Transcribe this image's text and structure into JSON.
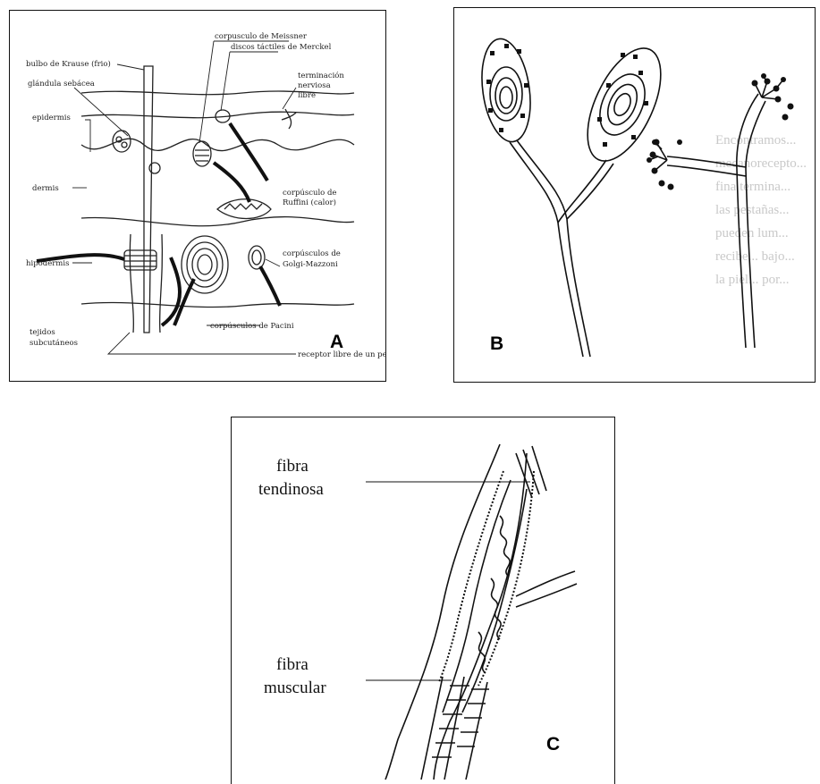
{
  "panel_a": {
    "letter": "A",
    "labels": {
      "meissner": "corpusculo de Meissner",
      "krause": "bulbo de Krause (frio)",
      "merkel": "discos táctiles de Merckel",
      "sebacea": "glándula sebácea",
      "terminacion_1": "terminación",
      "terminacion_2": "nerviosa",
      "terminacion_3": "libre",
      "epidermis": "epidermis",
      "dermis": "dermis",
      "ruffini_1": "corpúsculo de",
      "ruffini_2": "Ruffini (calor)",
      "hipodermis": "hipodermis",
      "golgi_1": "corpúsculos de",
      "golgi_2": "Golgi-Mazzoni",
      "tejidos_1": "tejidos",
      "tejidos_2": "subcutáneos",
      "pacini": "corpúsculos de Pacini",
      "receptor": "receptor libre de un pelo"
    }
  },
  "panel_b": {
    "letter": "B",
    "faint_text": [
      "Encontramos...",
      "mecanorecepto...",
      "fina termina...",
      "las pestañas...",
      "pueden lum...",
      "recibe... bajo...",
      "la piel... por..."
    ]
  },
  "panel_c": {
    "letter": "C",
    "labels": {
      "tendinosa_1": "fibra",
      "tendinosa_2": "tendinosa",
      "muscular_1": "fibra",
      "muscular_2": "muscular"
    }
  }
}
